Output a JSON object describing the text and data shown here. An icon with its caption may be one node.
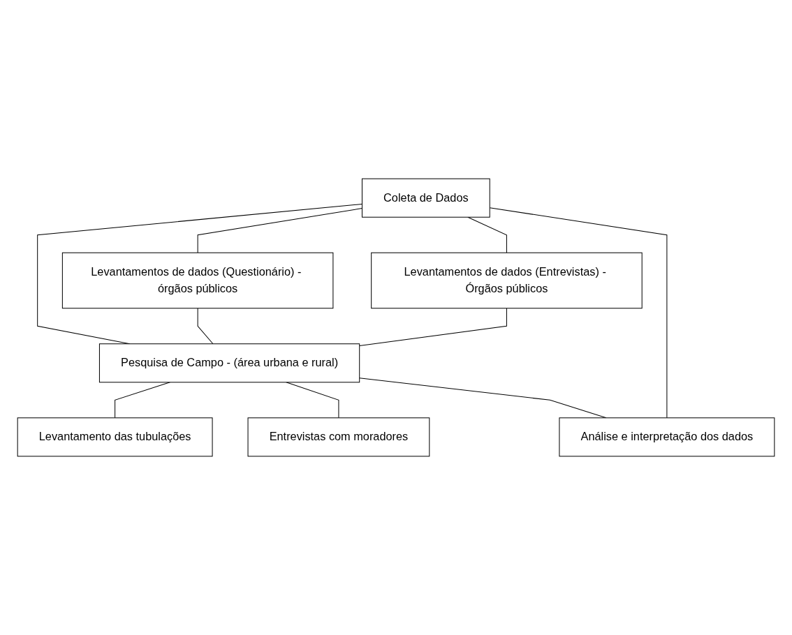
{
  "diagram": {
    "nodes": [
      {
        "text": [
          "Coleta de Dados"
        ]
      },
      {
        "text": [
          "Levantamentos de dados (Questionário) - órgãos públicos"
        ]
      },
      {
        "text": [
          "Levantamentos de dados (Entrevistas) - Órgãos públicos"
        ]
      },
      {
        "text": [
          "Pesquisa de Campo - (área urbana e rural)"
        ]
      },
      {
        "text": [
          "Levantamento das tubulações"
        ]
      },
      {
        "text": [
          "Entrevistas com moradores"
        ]
      },
      {
        "text": [
          "Análise e interpretação dos dados"
        ]
      }
    ],
    "edges": [
      {
        "from": 0,
        "to": 1,
        "arrow": "none"
      },
      {
        "from": 0,
        "to": 2,
        "arrow": "none"
      },
      {
        "from": 0,
        "to": 3,
        "arrow": "none"
      },
      {
        "from": 1,
        "to": 3,
        "arrow": "none"
      },
      {
        "from": 2,
        "to": 3,
        "arrow": "none"
      },
      {
        "from": 3,
        "to": 4,
        "arrow": "none"
      },
      {
        "from": 3,
        "to": 5,
        "arrow": "none"
      },
      {
        "from": 3,
        "to": 6,
        "arrow": "none"
      },
      {
        "from": 0,
        "to": 6,
        "arrow": "none"
      }
    ]
  }
}
